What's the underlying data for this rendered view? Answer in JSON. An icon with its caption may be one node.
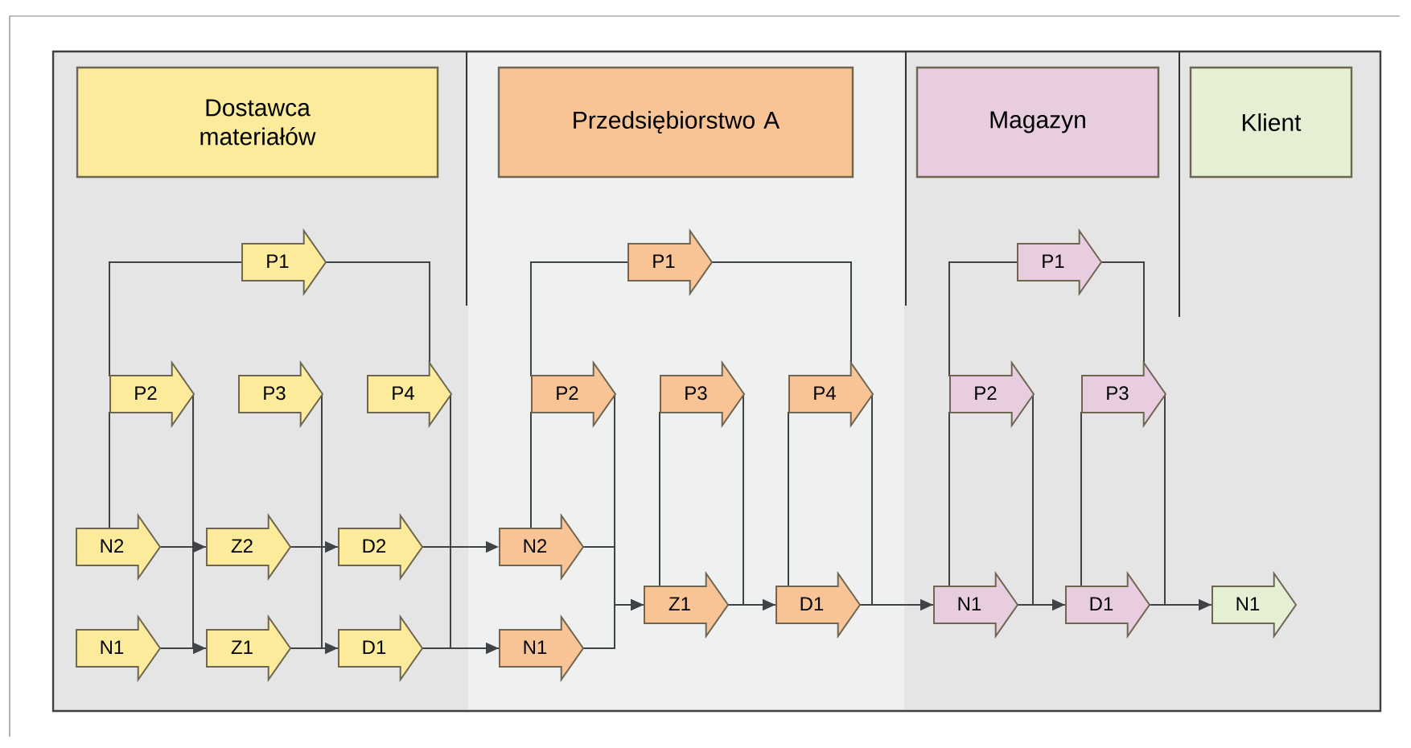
{
  "diagram": {
    "nodes": [
      {
        "text": [
          "Dostawca materiałów"
        ]
      },
      {
        "text": [
          "Przedsiębiorstwo A"
        ]
      },
      {
        "text": [
          "Magazyn"
        ]
      },
      {
        "text": [
          "Klient"
        ]
      },
      {
        "text": [
          "P1"
        ]
      },
      {
        "text": [
          "P2"
        ]
      },
      {
        "text": [
          "P3"
        ]
      },
      {
        "text": [
          "P4"
        ]
      },
      {
        "text": [
          "N2"
        ]
      },
      {
        "text": [
          "Z2"
        ]
      },
      {
        "text": [
          "D2"
        ]
      },
      {
        "text": [
          "N1"
        ]
      },
      {
        "text": [
          "Z1"
        ]
      },
      {
        "text": [
          "D1"
        ]
      },
      {
        "text": [
          "P1"
        ]
      },
      {
        "text": [
          "P2"
        ]
      },
      {
        "text": [
          "P3"
        ]
      },
      {
        "text": [
          "P4"
        ]
      },
      {
        "text": [
          "N2"
        ]
      },
      {
        "text": [
          "N1"
        ]
      },
      {
        "text": [
          "Z1"
        ]
      },
      {
        "text": [
          "D1"
        ]
      },
      {
        "text": [
          "P1"
        ]
      },
      {
        "text": [
          "P2"
        ]
      },
      {
        "text": [
          "P3"
        ]
      },
      {
        "text": [
          "N1"
        ]
      },
      {
        "text": [
          "D1"
        ]
      },
      {
        "text": [
          "N1"
        ]
      }
    ],
    "edges": [
      {
        "from": 8,
        "to": 9,
        "arrow": "to"
      },
      {
        "from": 9,
        "to": 10,
        "arrow": "to"
      },
      {
        "from": 10,
        "to": 18,
        "arrow": "to"
      },
      {
        "from": 11,
        "to": 12,
        "arrow": "to"
      },
      {
        "from": 12,
        "to": 13,
        "arrow": "to"
      },
      {
        "from": 13,
        "to": 19,
        "arrow": "to"
      },
      {
        "from": 18,
        "to": 20,
        "arrow": "to"
      },
      {
        "from": 19,
        "to": 20,
        "arrow": "to"
      },
      {
        "from": 20,
        "to": 21,
        "arrow": "to"
      },
      {
        "from": 21,
        "to": 25,
        "arrow": "to"
      },
      {
        "from": 25,
        "to": 26,
        "arrow": "to"
      },
      {
        "from": 26,
        "to": 27,
        "arrow": "to"
      },
      {
        "from": 4,
        "to": 5,
        "arrow": "none"
      },
      {
        "from": 4,
        "to": 7,
        "arrow": "none"
      },
      {
        "from": 14,
        "to": 15,
        "arrow": "none"
      },
      {
        "from": 14,
        "to": 17,
        "arrow": "none"
      },
      {
        "from": 22,
        "to": 23,
        "arrow": "none"
      },
      {
        "from": 22,
        "to": 24,
        "arrow": "none"
      },
      {
        "from": 8,
        "to": 5,
        "arrow": "none"
      },
      {
        "from": 18,
        "to": 15,
        "arrow": "none"
      },
      {
        "from": 20,
        "to": 16,
        "arrow": "none"
      },
      {
        "from": 21,
        "to": 17,
        "arrow": "none"
      },
      {
        "from": 25,
        "to": 23,
        "arrow": "none"
      },
      {
        "from": 26,
        "to": 24,
        "arrow": "none"
      },
      {
        "from": 5,
        "to": 9,
        "arrow": "none"
      },
      {
        "from": 5,
        "to": 12,
        "arrow": "none"
      },
      {
        "from": 6,
        "to": 10,
        "arrow": "none"
      },
      {
        "from": 6,
        "to": 13,
        "arrow": "none"
      },
      {
        "from": 7,
        "to": 19,
        "arrow": "none"
      },
      {
        "from": 15,
        "to": 20,
        "arrow": "none"
      },
      {
        "from": 16,
        "to": 21,
        "arrow": "none"
      },
      {
        "from": 17,
        "to": 25,
        "arrow": "none"
      },
      {
        "from": 23,
        "to": 26,
        "arrow": "none"
      },
      {
        "from": 24,
        "to": 27,
        "arrow": "none"
      }
    ]
  }
}
